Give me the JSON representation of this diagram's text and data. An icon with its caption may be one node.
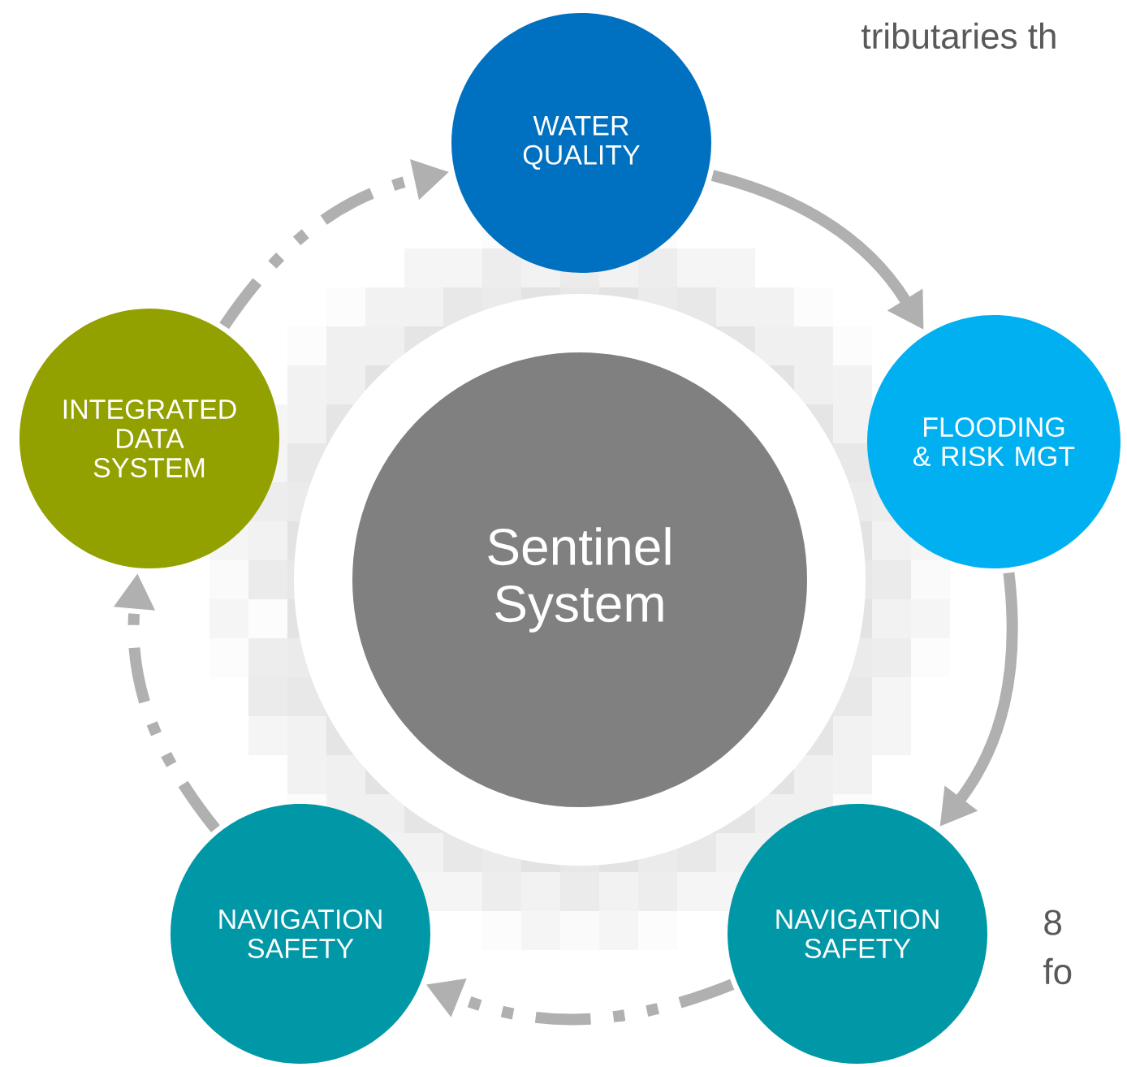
{
  "diagram": {
    "nodes": [
      {
        "text": [
          "WATER QUALITY"
        ]
      },
      {
        "text": [
          "FLOODING & RISK MGT"
        ]
      },
      {
        "text": [
          "NAVIGATION SAFETY"
        ]
      },
      {
        "text": [
          "NAVIGATION SAFETY"
        ]
      },
      {
        "text": [
          "INTEGRATED DATA SYSTEM"
        ]
      },
      {
        "text": [
          "Sentinel System"
        ]
      }
    ],
    "edges": [
      {
        "from": 0,
        "to": 1,
        "arrow": "to"
      },
      {
        "from": 1,
        "to": 2,
        "arrow": "to"
      },
      {
        "from": 2,
        "to": 3,
        "arrow": "to",
        "style": "dashed"
      },
      {
        "from": 3,
        "to": 4,
        "arrow": "to",
        "style": "dashed"
      },
      {
        "from": 4,
        "to": 0,
        "arrow": "to",
        "style": "dashed"
      }
    ],
    "labels": [
      "tributaries th",
      "8",
      "fo"
    ]
  }
}
